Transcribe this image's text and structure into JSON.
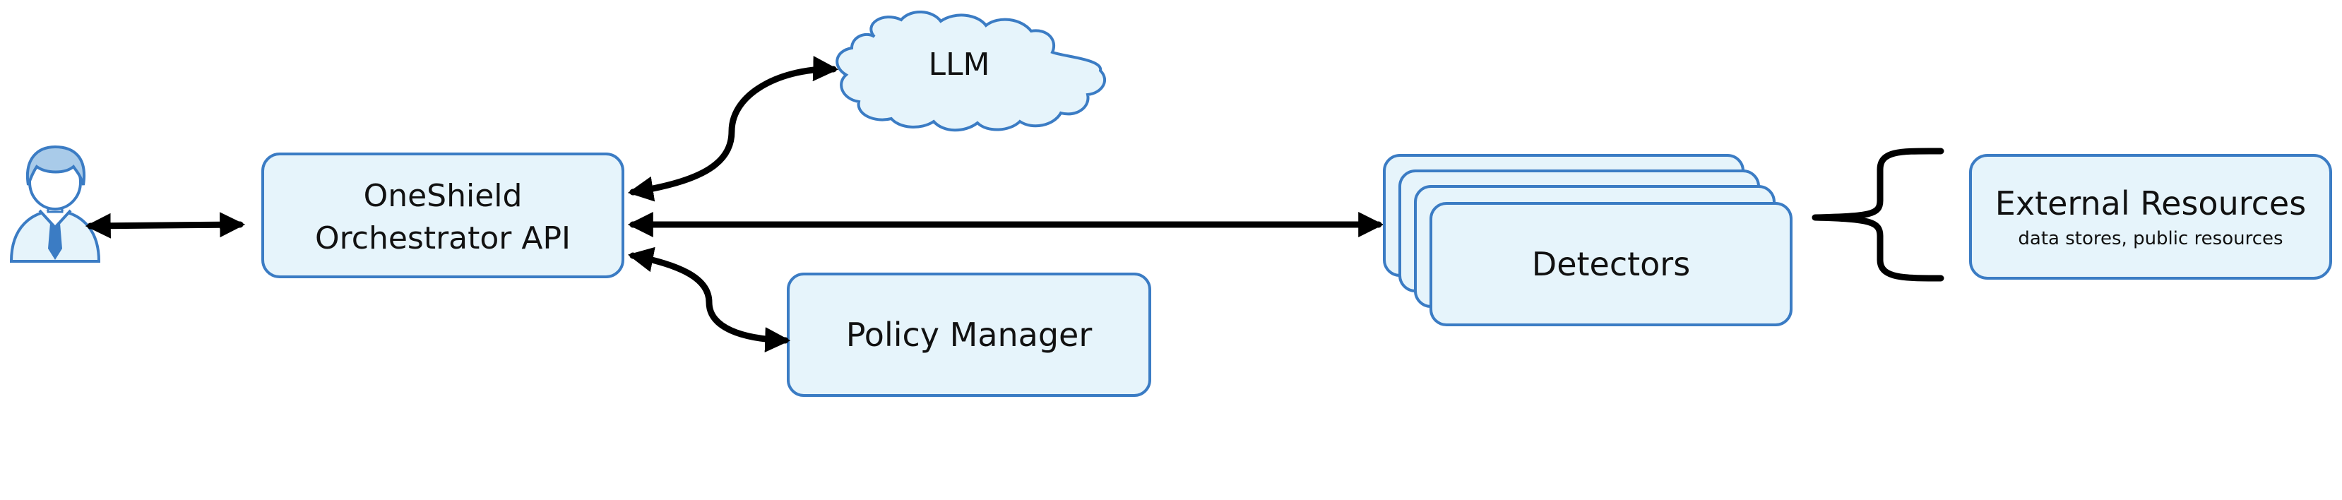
{
  "diagram": {
    "user": {
      "icon": "user-person-icon"
    },
    "orchestrator": {
      "line1": "OneShield",
      "line2": "Orchestrator API"
    },
    "llm": {
      "label": "LLM",
      "icon": "cloud-icon"
    },
    "policy_manager": {
      "label": "Policy Manager"
    },
    "detectors": {
      "label": "Detectors"
    },
    "external_resources": {
      "title": "External Resources",
      "subtitle": "data stores, public resources"
    },
    "colors": {
      "box_fill": "#e6f4fb",
      "box_stroke": "#3b7cc4",
      "arrow": "#000000"
    }
  }
}
